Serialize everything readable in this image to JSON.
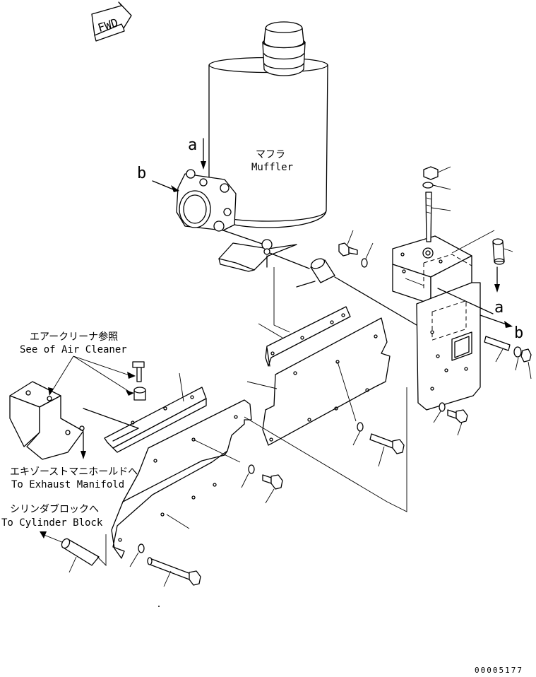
{
  "diagram": {
    "fwd_label": "FWD",
    "muffler_jp": "マフラ",
    "muffler_en": "Muffler",
    "air_cleaner_jp": "エアークリーナ参照",
    "air_cleaner_en": "See of Air Cleaner",
    "exhaust_jp": "エキゾーストマニホールドへ",
    "exhaust_en": "To Exhaust Manifold",
    "cylinder_jp": "シリンダブロックへ",
    "cylinder_en": "To Cylinder Block",
    "ref_a_top": "a",
    "ref_b_top": "b",
    "ref_a_right": "a",
    "ref_b_right": "b",
    "drawing_id": "00005177"
  }
}
